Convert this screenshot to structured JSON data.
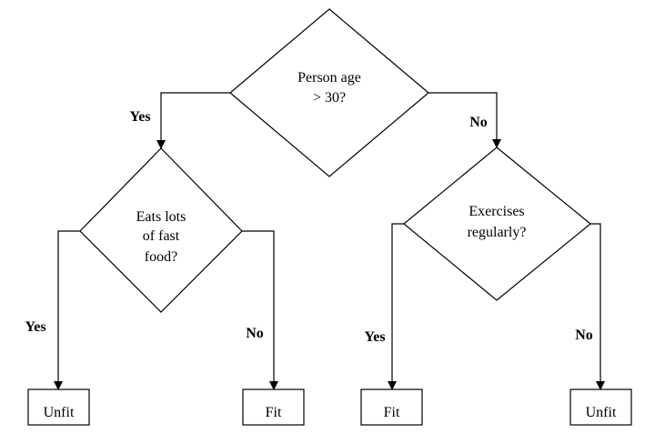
{
  "decisions": {
    "root": {
      "line1": "Person age",
      "line2": "> 30?"
    },
    "left": {
      "line1": "Eats lots",
      "line2": "of fast",
      "line3": "food?"
    },
    "right": {
      "line1": "Exercises",
      "line2": "regularly?"
    }
  },
  "branches": {
    "root_yes": "Yes",
    "root_no": "No",
    "left_yes": "Yes",
    "left_no": "No",
    "right_yes": "Yes",
    "right_no": "No"
  },
  "outcomes": {
    "leaf1": "Unfit",
    "leaf2": "Fit",
    "leaf3": "Fit",
    "leaf4": "Unfit"
  }
}
